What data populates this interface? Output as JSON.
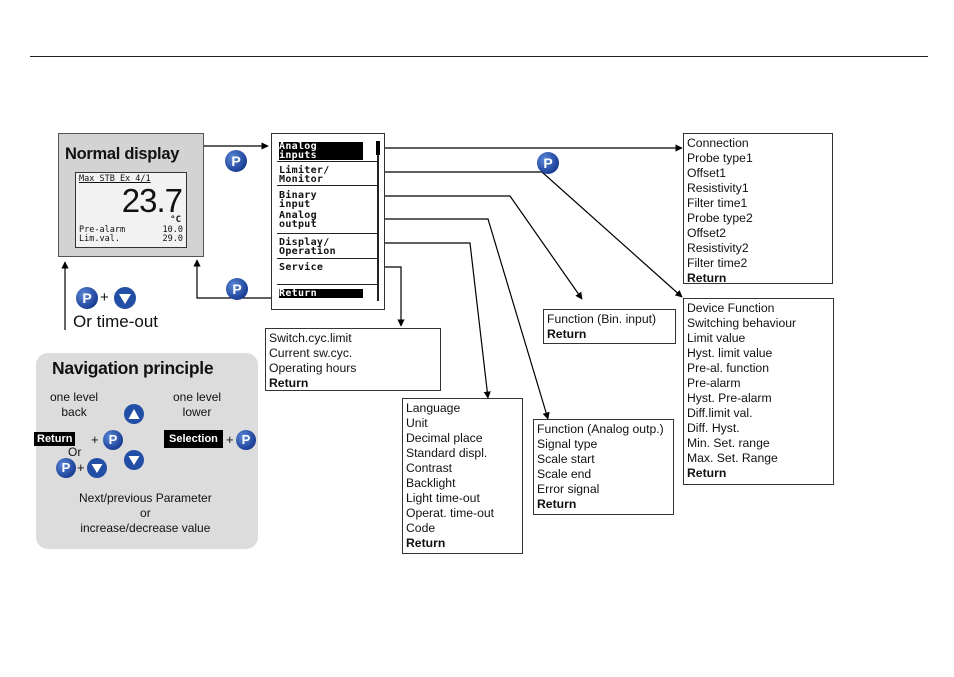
{
  "normal_display": {
    "title": "Normal display",
    "lcd_status": "Max STB  Ex  4/1",
    "value": "23.7",
    "unit": "°C",
    "row1_label": "Pre-alarm",
    "row1_value": "10.0",
    "row2_label": "Lim.val.",
    "row2_value": "29.0"
  },
  "p_label": "P",
  "plus": "+",
  "or_timeout": "Or time-out",
  "menu": {
    "items": [
      "Analog\ninputs",
      "Limiter/\nMonitor",
      "Binary\ninput",
      "Analog\noutput",
      "Display/\nOperation",
      "Service",
      "Return"
    ]
  },
  "boxes": {
    "analog_inputs": [
      "Connection",
      "Probe type1",
      "Offset1",
      "Resistivity1",
      "Filter time1",
      "Probe type2",
      "Offset2",
      "Resistivity2",
      "Filter time2",
      "Return"
    ],
    "limiter": [
      "Device Function",
      "Switching behaviour",
      "Limit value",
      "Hyst. limit value",
      "Pre-al. function",
      "Pre-alarm",
      "Hyst. Pre-alarm",
      "Diff.limit val.",
      "Diff. Hyst.",
      "Min. Set. range",
      "Max. Set. Range",
      "Return"
    ],
    "binary": [
      "Function (Bin. input)",
      "Return"
    ],
    "analog_output": [
      "Function (Analog outp.)",
      "Signal type",
      "Scale start",
      "Scale end",
      "Error signal",
      "Return"
    ],
    "display": [
      "Language",
      "Unit",
      "Decimal place",
      "Standard displ.",
      "Contrast",
      "Backlight",
      "Light time-out",
      "Operat. time-out",
      "Code",
      "Return"
    ],
    "service": [
      "Switch.cyc.limit",
      "Current sw.cyc.",
      "Operating hours",
      "Return"
    ]
  },
  "navigation": {
    "title": "Navigation principle",
    "back": "one level\nback",
    "lower": "one level\nlower",
    "return_btn": "Return",
    "selection_btn": "Selection",
    "or": "Or",
    "bottom": "Next/previous Parameter\nor\nincrease/decrease value"
  }
}
